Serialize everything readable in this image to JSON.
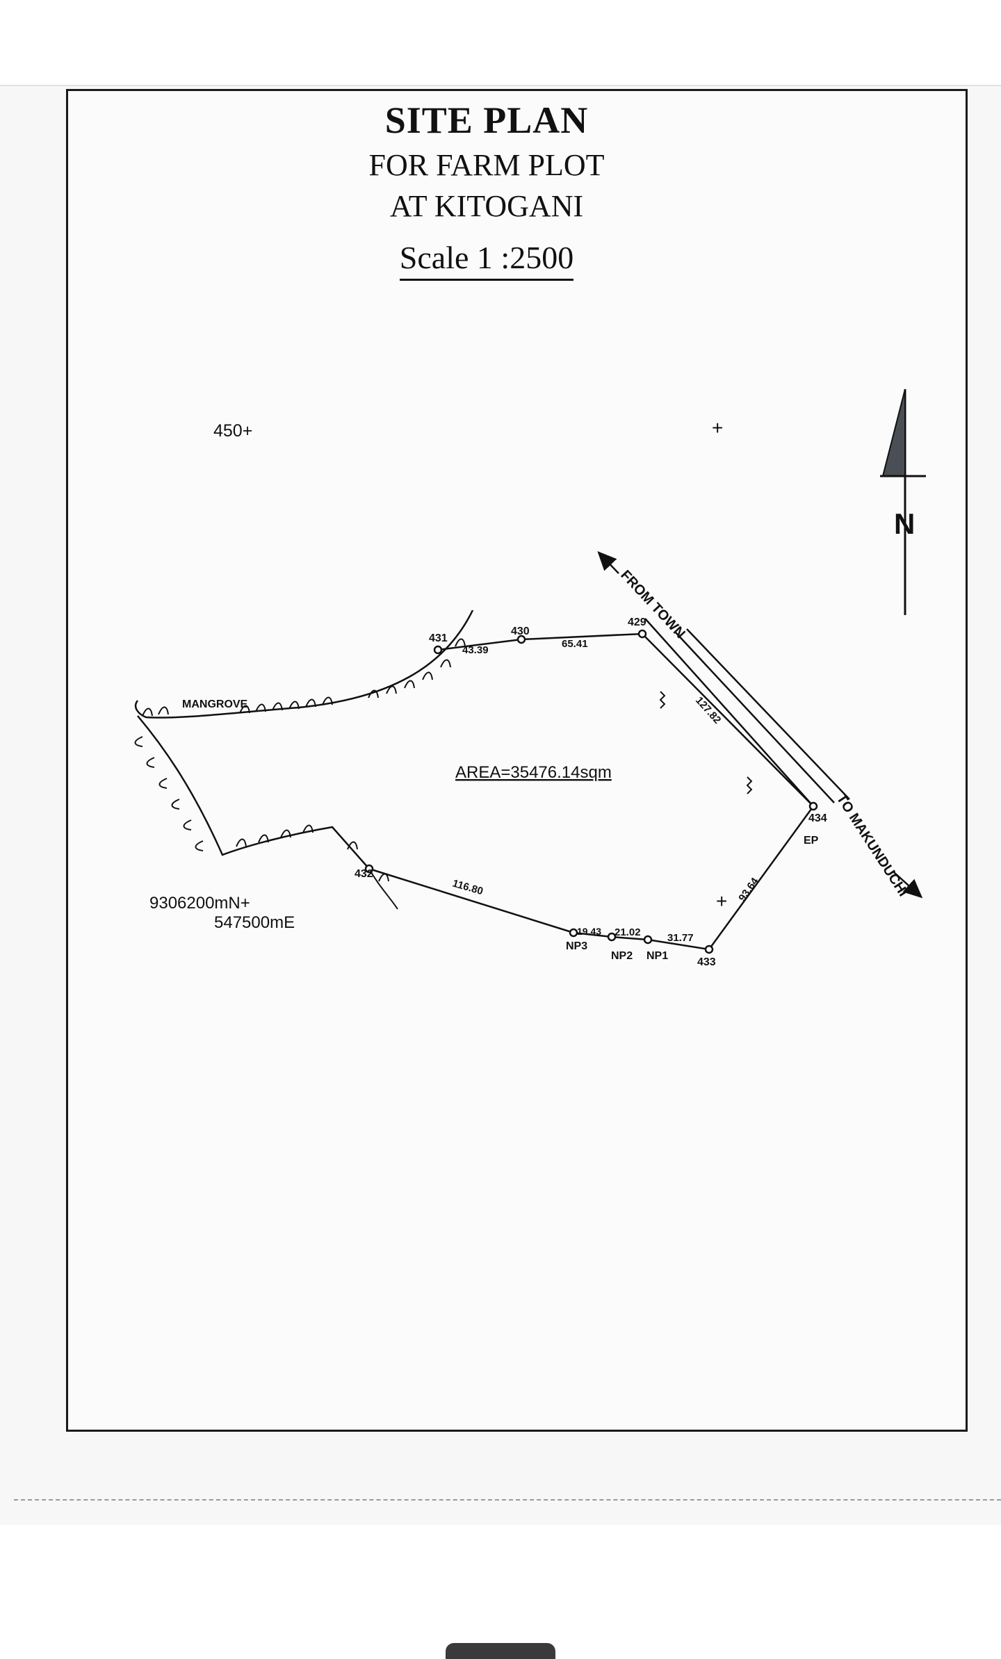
{
  "title": {
    "main": "SITE PLAN",
    "line1": "FOR FARM PLOT",
    "line2": "AT KITOGANI",
    "scale": "Scale 1 :2500"
  },
  "map": {
    "area_label": "AREA=35476.14sqm",
    "grid_marks": [
      "450+",
      "+",
      "+"
    ],
    "north_label": "N",
    "coordinate_n": "9306200mN+",
    "coordinate_e": "547500mE",
    "vegetation_label": "MANGROVE",
    "road_from": "FROM TOWN",
    "road_to": "TO MAKUNDUCHI",
    "beacons": [
      "429",
      "430",
      "431",
      "432",
      "433",
      "434",
      "NP1",
      "NP2",
      "NP3",
      "EP"
    ],
    "distances": [
      "43.39",
      "65.41",
      "127.82",
      "93.64",
      "31.77",
      "21.02",
      "19.43",
      "116.80"
    ]
  },
  "colors": {
    "line": "#111111",
    "north_arrow_fill": "#4a4f55",
    "paper": "#f7f7f7"
  }
}
